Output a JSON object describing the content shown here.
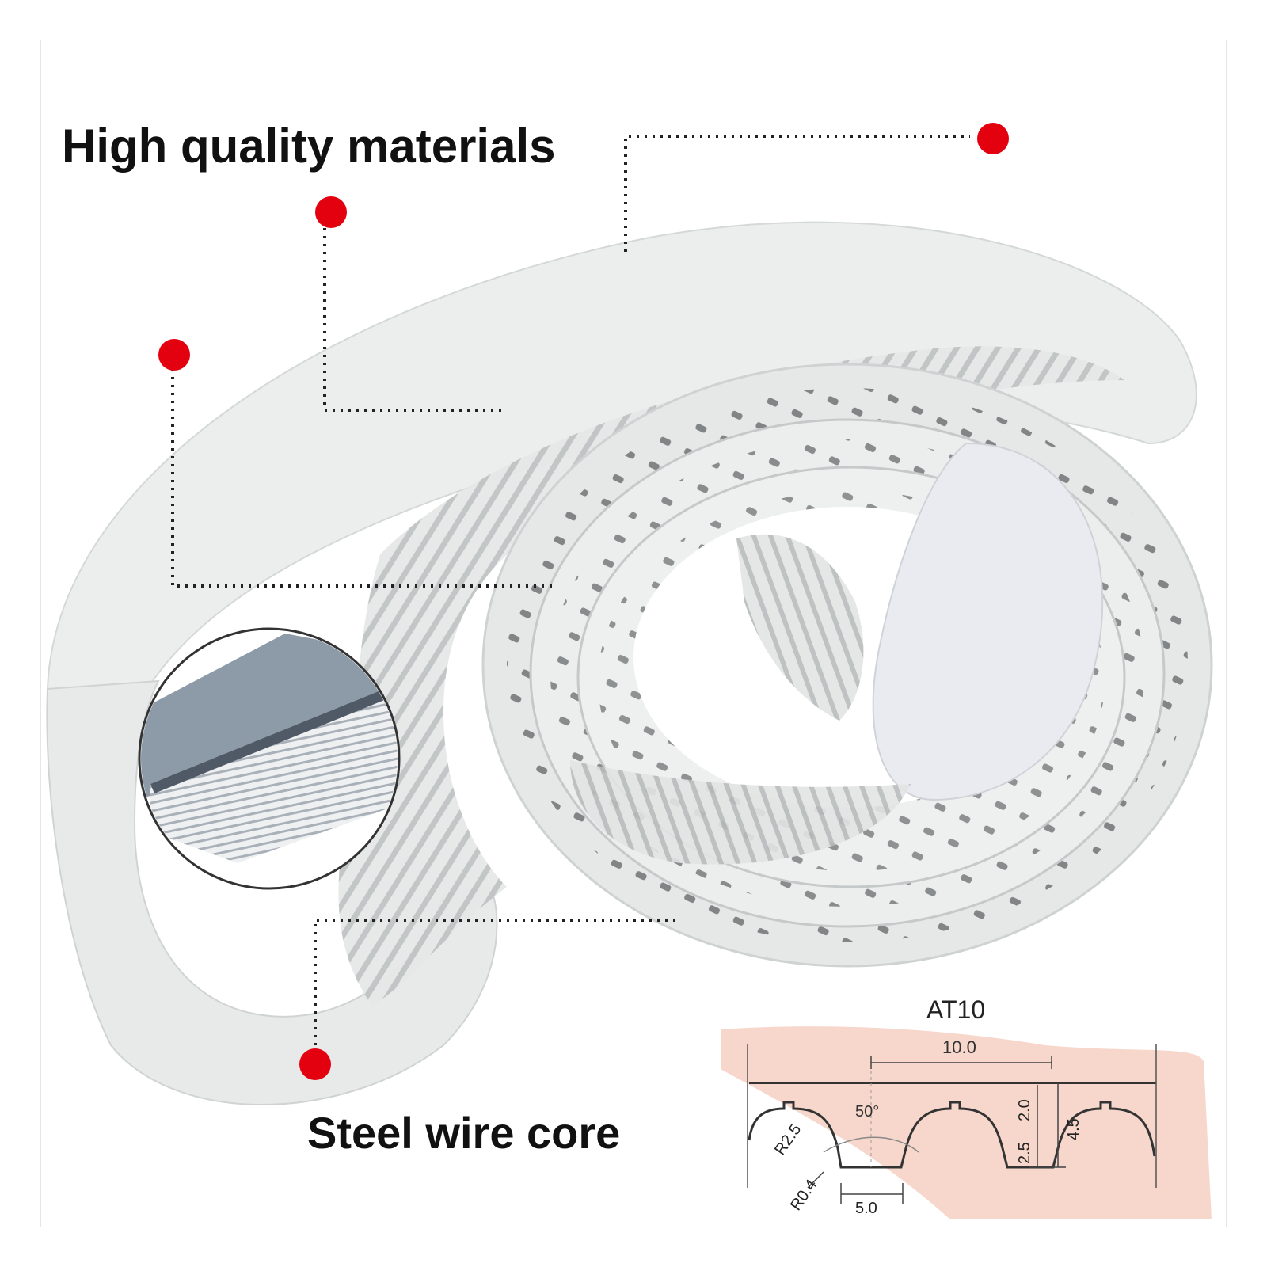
{
  "captions": {
    "top": "High quality materials",
    "bottom": "Steel wire core"
  },
  "profile": {
    "title": "AT10",
    "pitch": "10.0",
    "angle": "50°",
    "dim_total": "4.5",
    "dim_top": "2.0",
    "dim_tooth": "2.5",
    "radius_top": "R2.5",
    "radius_bottom": "R0.4",
    "tooth_width": "5.0"
  },
  "colors": {
    "belt": "#e9ebeb",
    "belt_shadow": "#c9cccc",
    "callout": "#e3000f",
    "profile_bg": "#f6d3c7"
  }
}
